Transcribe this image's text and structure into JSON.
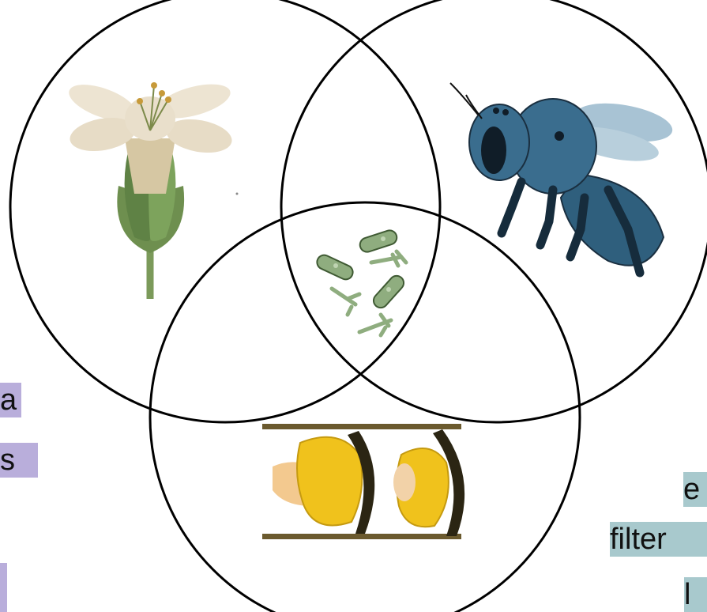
{
  "labels": {
    "left_fragments": [
      "a",
      "s"
    ],
    "right_fragments": [
      "e",
      "filter",
      "l"
    ]
  },
  "colors": {
    "left_highlight": "#b9aedb",
    "right_highlight": "#a8c9cd",
    "circle_stroke": "#000000",
    "bee_body": "#2f5f7d",
    "microbe_green": "#8fad7f",
    "pollen_yellow": "#f0c21c"
  },
  "icons": [
    "flower-icon",
    "bee-icon",
    "microbes-icon",
    "brood-cell-icon"
  ]
}
